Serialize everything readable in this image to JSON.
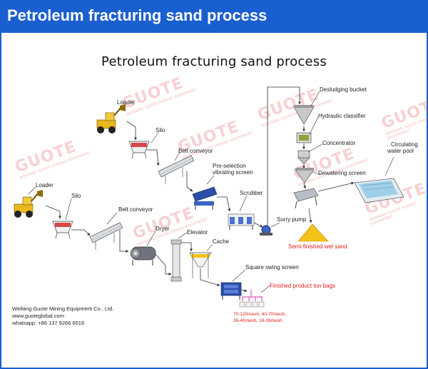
{
  "header": {
    "title": "Petroleum fracturing sand process"
  },
  "diagram": {
    "title": "Petroleum fracturing sand process",
    "watermark": {
      "brand": "GUOTE",
      "sub": "WEIFANG GUOTE MINING EQUIPMENT"
    },
    "labels": {
      "loader_upper": "Loader",
      "silo_upper": "Silo",
      "belt_conveyor_upper": "Belt conveyor",
      "preselection_screen_l1": "Pre-selection",
      "preselection_screen_l2": "vibrating screen",
      "scrubber": "Scrubber",
      "slurry_pump": "Surry pump",
      "desludging_bucket": "Desludging bucket",
      "hydraulic_classifier": "Hydraulic classifier",
      "concentrator": "Concentrator",
      "dewatering_screen": "Dewatering screen",
      "circulating_pool_l1": "Circulating",
      "circulating_pool_l2": "water pool",
      "semi_finished": "Semi-finished wet sand",
      "loader_lower": "Loader",
      "silo_lower": "Silo",
      "belt_conveyor_lower": "Belt conveyor",
      "dryer": "Dryer",
      "elevator": "Elevator",
      "cache": "Cache",
      "square_swing_screen": "Square swing screen",
      "finished_bags": "Finished product ton bags"
    },
    "mesh_sizes": [
      "70-120mesh,",
      "40-70mesh,",
      "26-40mesh,",
      "16-26mesh."
    ],
    "company": {
      "name": "Weifang Guote Mining Equipment Co., Ltd.",
      "website": "www.guoteglobal.com",
      "whatsapp": "whatsapp: +86 137 9266 6516"
    }
  }
}
